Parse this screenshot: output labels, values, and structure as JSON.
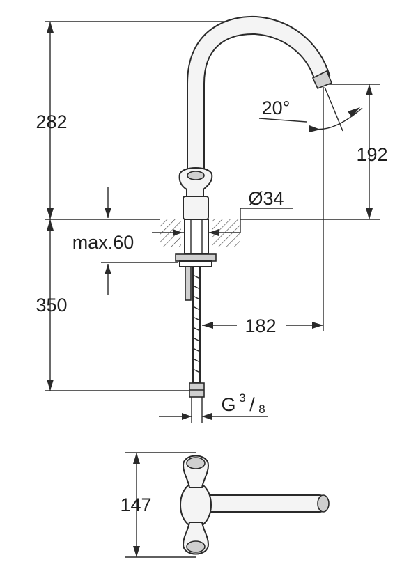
{
  "dimensions": {
    "spout_height": "282",
    "outlet_height": "192",
    "spout_angle": "20°",
    "bore_diameter": "Ø34",
    "max_deck_thickness": "max.60",
    "below_deck_length": "350",
    "spout_reach": "182",
    "connection_thread": "G",
    "thread_numerator": "3",
    "thread_separator": "/",
    "thread_denominator": "8",
    "plan_width": "147"
  }
}
